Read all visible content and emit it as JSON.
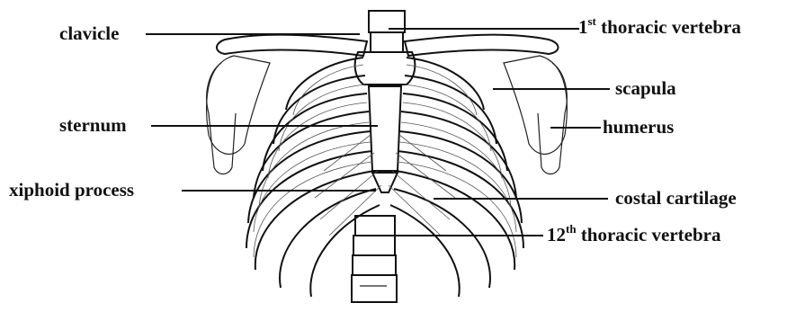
{
  "labels": {
    "clavicle": "clavicle",
    "first_vertebra_num": "1",
    "first_vertebra_sup": "st",
    "first_vertebra_text": " thoracic vertebra",
    "scapula": "scapula",
    "sternum": "sternum",
    "humerus": "humerus",
    "xiphoid": "xiphoid process",
    "costal": "costal cartilage",
    "twelfth_vertebra_num": "12",
    "twelfth_vertebra_sup": "th",
    "twelfth_vertebra_text": " thoracic vertebra"
  },
  "colors": {
    "ink": "#111111",
    "background": "#ffffff"
  }
}
